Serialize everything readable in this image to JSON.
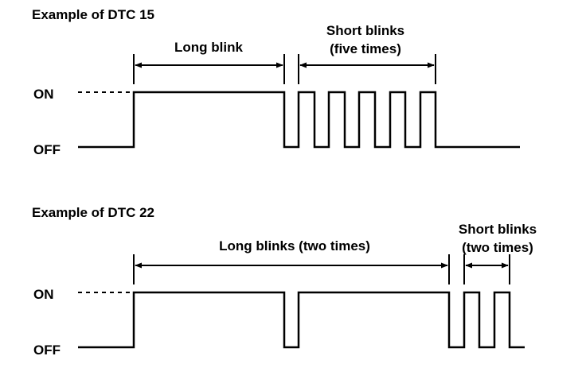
{
  "examples": [
    {
      "title": "Example of DTC 15",
      "on_label": "ON",
      "off_label": "OFF",
      "long_label": "Long blink",
      "short_label_1": "Short blinks",
      "short_label_2": "(five times)",
      "long_count": 1,
      "short_count": 5
    },
    {
      "title": "Example of DTC 22",
      "on_label": "ON",
      "off_label": "OFF",
      "long_label": "Long blinks (two times)",
      "short_label_1": "Short blinks",
      "short_label_2": "(two times)",
      "long_count": 2,
      "short_count": 2
    }
  ],
  "colors": {
    "line": "#000000",
    "background": "#ffffff"
  }
}
